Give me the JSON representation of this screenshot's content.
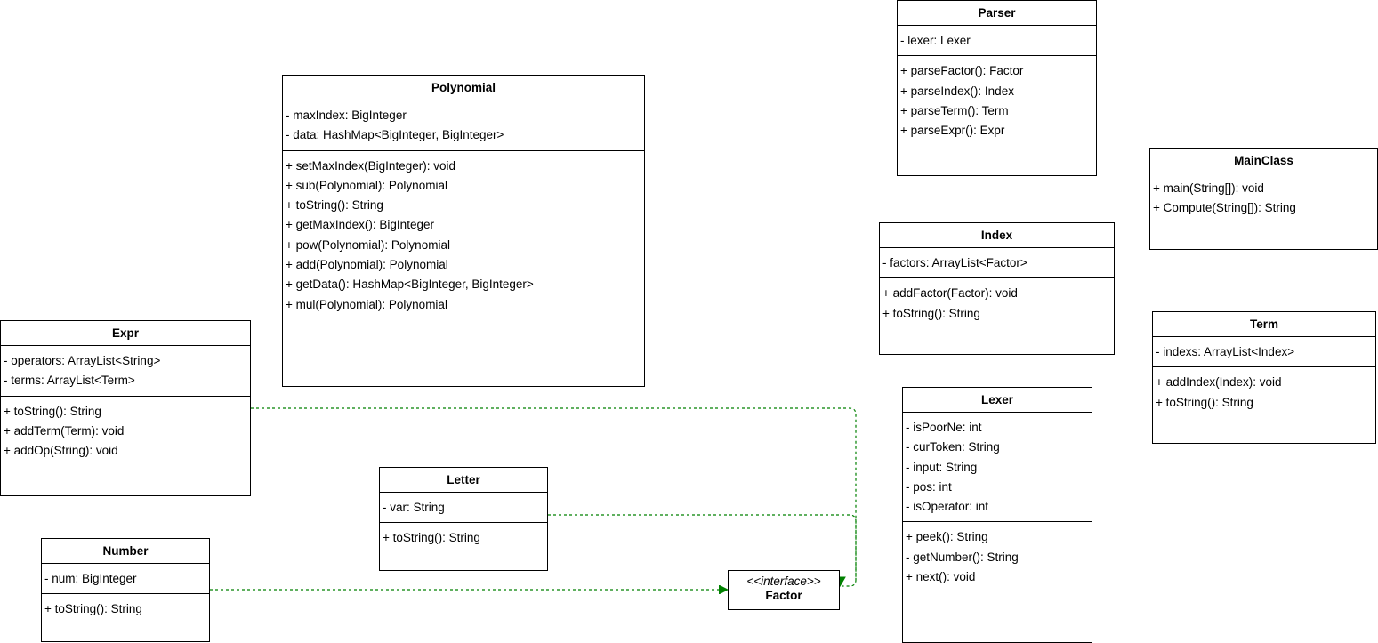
{
  "accent_color": "#008000",
  "classes": {
    "polynomial": {
      "name": "Polynomial",
      "attributes": [
        "- maxIndex: BigInteger",
        "- data: HashMap<BigInteger, BigInteger>"
      ],
      "methods": [
        "+ setMaxIndex(BigInteger): void",
        "+ sub(Polynomial): Polynomial",
        "+ toString(): String",
        "+ getMaxIndex(): BigInteger",
        "+ pow(Polynomial): Polynomial",
        "+ add(Polynomial): Polynomial",
        "+ getData(): HashMap<BigInteger, BigInteger>",
        "+ mul(Polynomial): Polynomial"
      ]
    },
    "parser": {
      "name": "Parser",
      "attributes": [
        "- lexer: Lexer"
      ],
      "methods": [
        "+ parseFactor(): Factor",
        "+ parseIndex(): Index",
        "+ parseTerm(): Term",
        "+ parseExpr(): Expr"
      ]
    },
    "mainclass": {
      "name": "MainClass",
      "attributes": [],
      "methods": [
        "+ main(String[]): void",
        "+ Compute(String[]): String"
      ]
    },
    "index": {
      "name": "Index",
      "attributes": [
        "- factors: ArrayList<Factor>"
      ],
      "methods": [
        "+ addFactor(Factor): void",
        "+ toString(): String"
      ]
    },
    "term": {
      "name": "Term",
      "attributes": [
        "- indexs: ArrayList<Index>"
      ],
      "methods": [
        "+ addIndex(Index): void",
        "+ toString(): String"
      ]
    },
    "expr": {
      "name": "Expr",
      "attributes": [
        "- operators: ArrayList<String>",
        "- terms: ArrayList<Term>"
      ],
      "methods": [
        "+ toString(): String",
        "+ addTerm(Term): void",
        "+ addOp(String): void"
      ]
    },
    "lexer": {
      "name": "Lexer",
      "attributes": [
        "- isPoorNe: int",
        "- curToken: String",
        "- input: String",
        "- pos: int",
        "- isOperator: int"
      ],
      "methods": [
        "+ peek(): String",
        "- getNumber(): String",
        "+ next(): void"
      ]
    },
    "letter": {
      "name": "Letter",
      "attributes": [
        "- var: String"
      ],
      "methods": [
        "+ toString(): String"
      ]
    },
    "number": {
      "name": "Number",
      "attributes": [
        "- num: BigInteger"
      ],
      "methods": [
        "+ toString(): String"
      ]
    }
  },
  "factor_interface": {
    "stereotype": "<<interface>>",
    "name": "Factor"
  }
}
